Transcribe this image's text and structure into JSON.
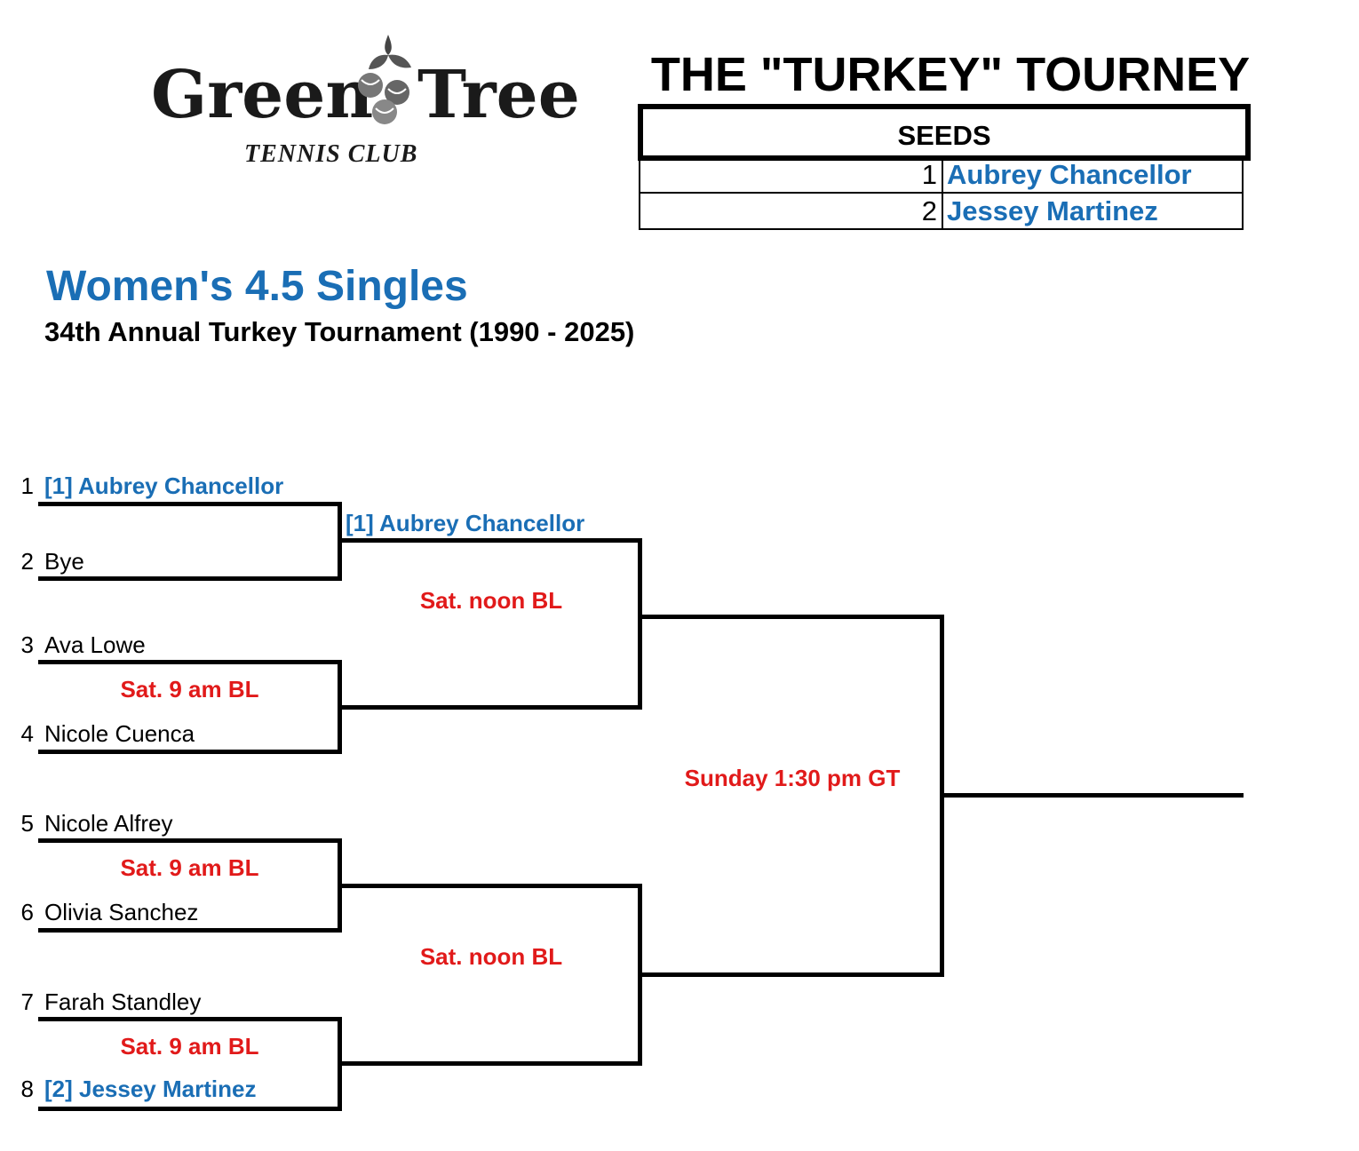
{
  "logo": {
    "word_left": "Green",
    "word_right": "Tree",
    "subtitle": "TENNIS CLUB"
  },
  "tourney_title": "THE \"TURKEY\" TOURNEY",
  "seeds": {
    "header": "SEEDS",
    "rows": [
      {
        "seed": "1",
        "name": "Aubrey Chancellor"
      },
      {
        "seed": "2",
        "name": "Jessey Martinez"
      }
    ]
  },
  "event_title": "Women's 4.5 Singles",
  "event_subtitle": "34th Annual Turkey Tournament (1990 - 2025)",
  "round1": [
    {
      "num": "1",
      "name": "[1] Aubrey Chancellor",
      "seeded": true
    },
    {
      "num": "2",
      "name": "Bye",
      "seeded": false
    },
    {
      "num": "3",
      "name": "Ava Lowe",
      "seeded": false
    },
    {
      "num": "4",
      "name": "Nicole Cuenca",
      "seeded": false
    },
    {
      "num": "5",
      "name": "Nicole Alfrey",
      "seeded": false
    },
    {
      "num": "6",
      "name": "Olivia Sanchez",
      "seeded": false
    },
    {
      "num": "7",
      "name": "Farah Standley",
      "seeded": false
    },
    {
      "num": "8",
      "name": "[2] Jessey Martinez",
      "seeded": true
    }
  ],
  "round2": {
    "top_winner": "[1] Aubrey Chancellor"
  },
  "schedules": {
    "r1_match2": "Sat. 9 am BL",
    "r1_match3": "Sat. 9 am BL",
    "r1_match4": "Sat. 9 am BL",
    "semi_top": "Sat. noon BL",
    "semi_bottom": "Sat. noon BL",
    "final": "Sunday 1:30 pm GT"
  },
  "colors": {
    "seed_blue": "#1a6eb5",
    "schedule_red": "#e11a1a",
    "line_black": "#000000"
  }
}
